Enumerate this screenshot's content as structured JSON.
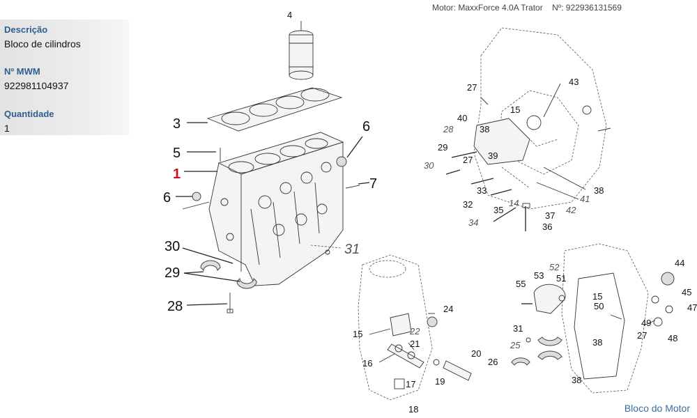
{
  "header": {
    "motor_label": "Motor: MaxxForce 4.0A Trator",
    "numero_label": "Nº: 922936131569"
  },
  "info": {
    "descricao_label": "Descrição",
    "descricao_value": "Bloco de cilindros",
    "mwm_label": "Nº MWM",
    "mwm_value": "922981104937",
    "quantidade_label": "Quantidade",
    "quantidade_value": "1"
  },
  "footer": {
    "link_label": "Bloco do Motor"
  },
  "diagram": {
    "main_labels": [
      "4",
      "3",
      "5",
      "1",
      "6",
      "6",
      "7",
      "30",
      "29",
      "28"
    ],
    "italic_main": [
      "31"
    ],
    "right_top_labels": [
      "27",
      "43",
      "15",
      "40",
      "38",
      "29",
      "39",
      "27",
      "33",
      "32",
      "35",
      "37",
      "36",
      "38"
    ],
    "right_top_italic": [
      "28",
      "30",
      "14",
      "34",
      "41",
      "42"
    ],
    "bottom_mid_labels": [
      "24",
      "15",
      "21",
      "16",
      "17",
      "18",
      "19",
      "20"
    ],
    "bottom_mid_italic": [
      "22"
    ],
    "bottom_right_labels": [
      "53",
      "51",
      "55",
      "31",
      "26",
      "44",
      "15",
      "50",
      "45",
      "47",
      "49",
      "27",
      "48",
      "38",
      "38"
    ],
    "bottom_right_italic": [
      "52",
      "25"
    ]
  }
}
